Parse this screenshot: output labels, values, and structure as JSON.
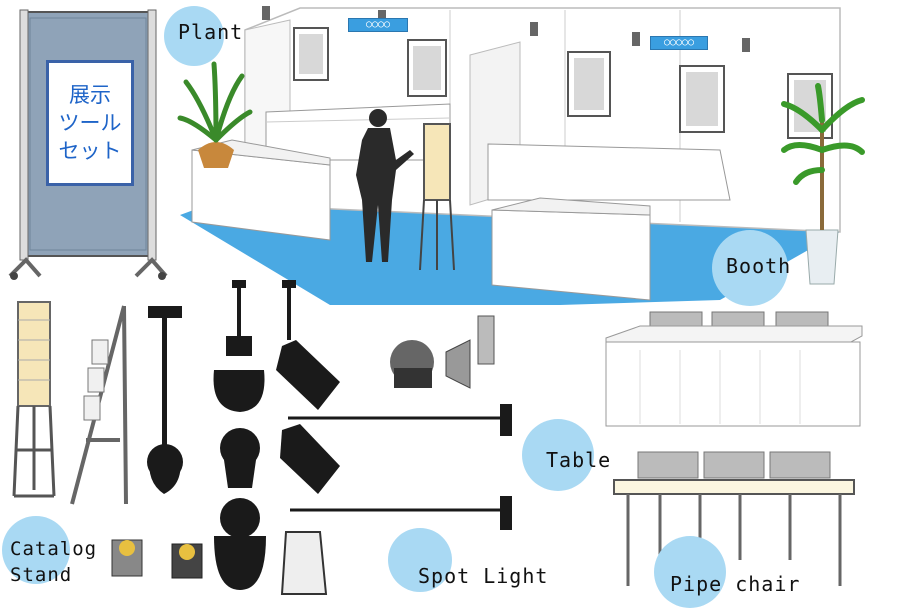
{
  "labels": {
    "plant": "Plant",
    "booth": "Booth",
    "table": "Table",
    "catalog_stand_line1": "Catalog",
    "catalog_stand_line2": "Stand",
    "spot_light": "Spot Light",
    "pipe_chair": "Pipe chair"
  },
  "panel_sign": {
    "line1": "展示",
    "line2": "ツール",
    "line3": "セット"
  },
  "booth_signs": [
    "○○○○",
    "○○○○○"
  ],
  "colors": {
    "bubble": "#a9d9f3",
    "carpet": "#4aa9e3",
    "panel": "#8fa3b8",
    "sign_text": "#1e64c8",
    "sign_border": "#3a62a8",
    "dark": "#1a1a1a",
    "table_top": "#fbf6e0"
  },
  "icons": [
    "display-panel-icon",
    "plant-icon",
    "booth-icon",
    "spotlight-icon",
    "catalog-stand-icon",
    "table-icon",
    "pipe-chair-icon",
    "pendant-light-icon",
    "person-silhouette-icon"
  ]
}
